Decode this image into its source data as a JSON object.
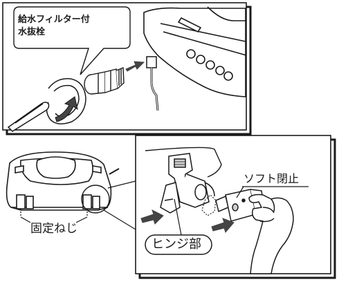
{
  "labels": {
    "filter_line1": "給水フィルター付",
    "filter_line2": "水抜栓",
    "fixing_screw": "固定ねじ",
    "hinge": "ヒンジ部",
    "soft_close": "ソフト閉止"
  },
  "colors": {
    "line": "#1a1a1a",
    "arrow": "#444444",
    "panel_fill": "#ffffff",
    "shade": "#cfcfcf"
  },
  "icons": [
    "screwdriver-icon",
    "rotate-arrow-icon",
    "push-arrow-icon"
  ]
}
